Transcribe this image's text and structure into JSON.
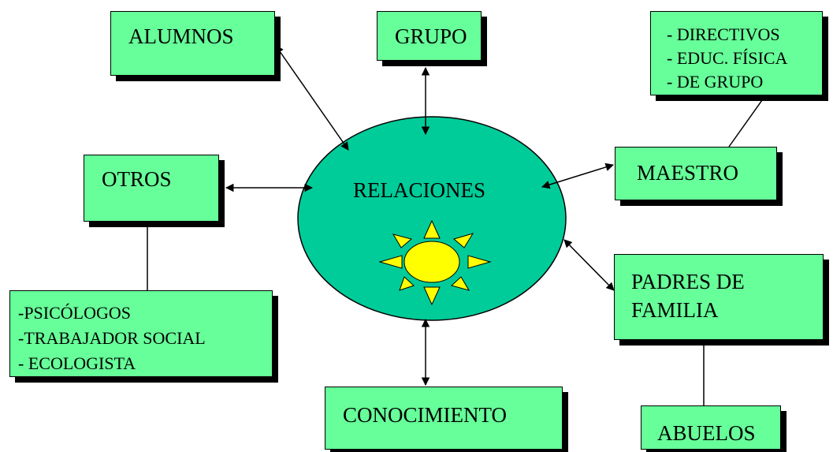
{
  "nodes": {
    "center": "RELACIONES",
    "alumnos": "ALUMNOS",
    "grupo": "GRUPO",
    "maestro_list": [
      "- DIRECTIVOS",
      "- EDUC. FÍSICA",
      "- DE GRUPO"
    ],
    "otros": "OTROS",
    "maestro": "MAESTRO",
    "padres": [
      "PADRES DE",
      "FAMILIA"
    ],
    "otros_list": [
      "-PSICÓLOGOS",
      "-TRABAJADOR SOCIAL",
      "- ECOLOGISTA"
    ],
    "conocimiento": "CONOCIMIENTO",
    "abuelos": "ABUELOS"
  },
  "colors": {
    "box_fill": "#66ff99",
    "ellipse_fill": "#00cc99",
    "sun_fill": "#ffff00",
    "stroke": "#000000"
  },
  "icons": [
    "sun-icon"
  ]
}
